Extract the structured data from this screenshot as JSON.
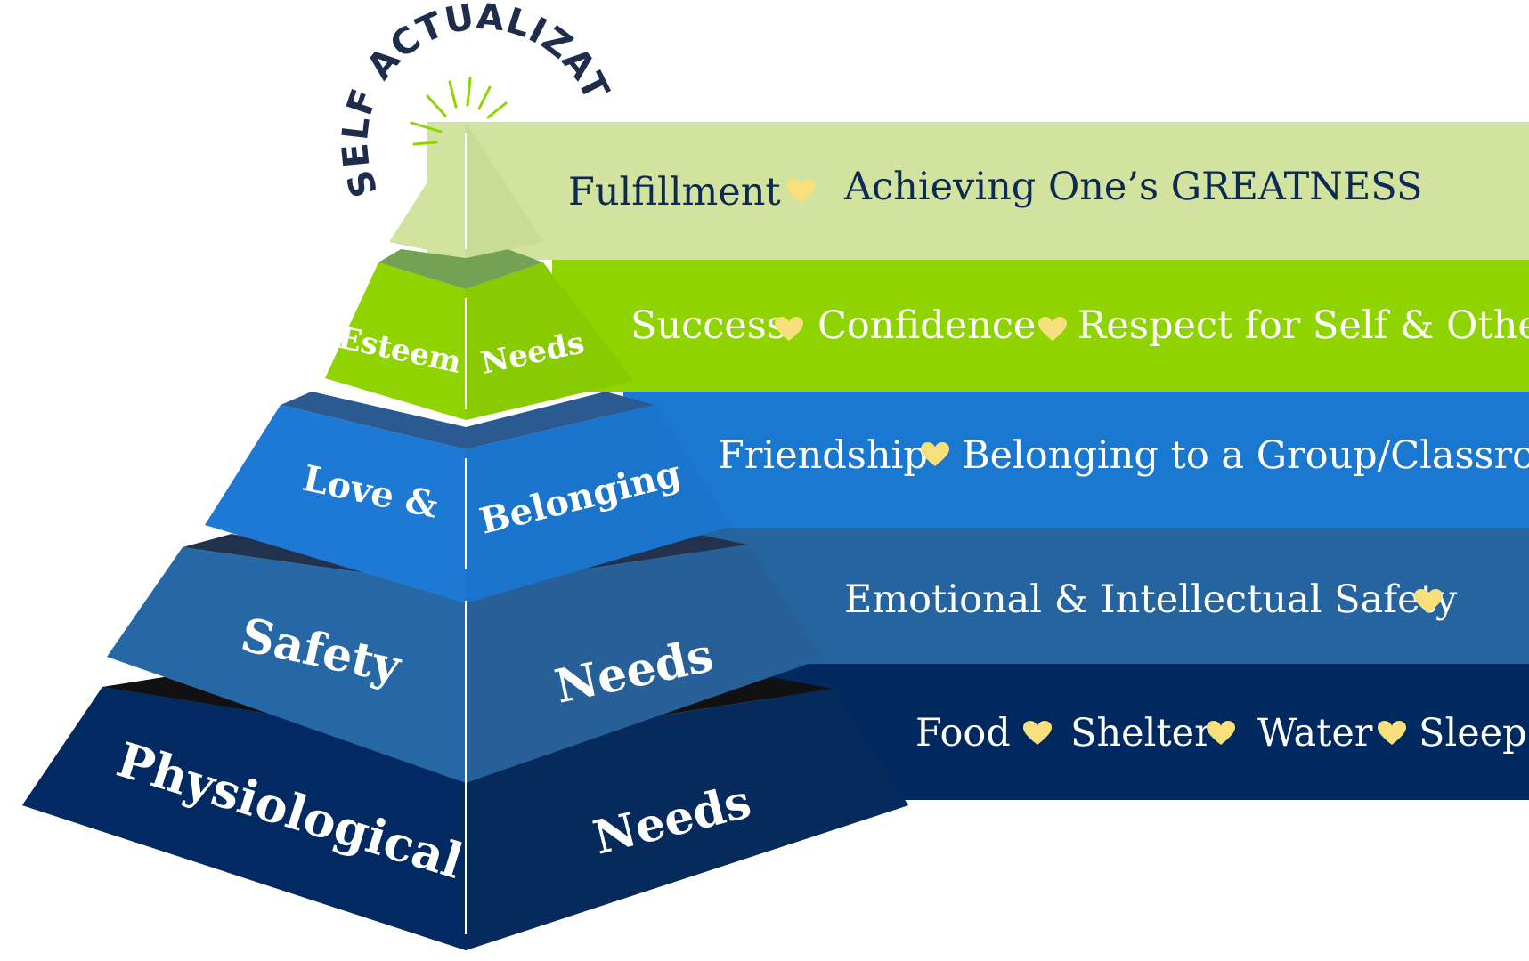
{
  "colors": {
    "tier1": "#d2e3a0",
    "tier2": "#8fd400",
    "tier3": "#1b78d0",
    "tier4": "#25649e",
    "tier5": "#002a5f",
    "heart": "#f7e07c",
    "dark_text": "#0d2a55",
    "light_text": "#ffffff"
  },
  "header": {
    "arc_title": "SELF ACTUALIZATION"
  },
  "tiers": [
    {
      "id": "self-actualization",
      "left": "",
      "right": "",
      "items": [
        "Fulfillment",
        "Achieving One’s GREATNESS"
      ]
    },
    {
      "id": "esteem",
      "left": "Esteem",
      "right": "Needs",
      "items": [
        "Success",
        "Confidence",
        "Respect for Self & Others"
      ]
    },
    {
      "id": "love-belonging",
      "left": "Love  &",
      "right": "Belonging",
      "items": [
        "Friendship",
        "Belonging to a Group/Classroom"
      ]
    },
    {
      "id": "safety",
      "left": "Safety",
      "right": "Needs",
      "items": [
        "Emotional & Intellectual Safety"
      ]
    },
    {
      "id": "physiological",
      "left": "Physiological",
      "right": "Needs",
      "items": [
        "Food",
        "Shelter",
        "Water",
        "Sleep"
      ]
    }
  ]
}
